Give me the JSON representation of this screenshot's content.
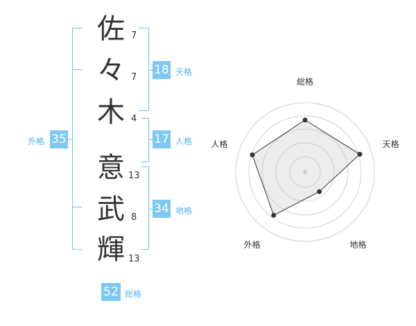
{
  "name_chars": [
    {
      "char": "佐",
      "strokes": "7"
    },
    {
      "char": "々",
      "strokes": "7"
    },
    {
      "char": "木",
      "strokes": "4"
    },
    {
      "char": "意",
      "strokes": "13"
    },
    {
      "char": "武",
      "strokes": "8"
    },
    {
      "char": "輝",
      "strokes": "13"
    }
  ],
  "scores": {
    "tenkaku": {
      "value": "18",
      "label": "天格"
    },
    "jinkaku": {
      "value": "17",
      "label": "人格"
    },
    "chikaku": {
      "value": "34",
      "label": "地格"
    },
    "gaikaku": {
      "value": "35",
      "label": "外格"
    },
    "soukaku": {
      "value": "52",
      "label": "総格"
    }
  },
  "colors": {
    "accent": "#7ec8f4",
    "bracket": "#6ec0f0",
    "label": "#55b4ec"
  },
  "chart_data": {
    "type": "radar",
    "axes": [
      "総格",
      "天格",
      "地格",
      "外格",
      "人格"
    ],
    "values": [
      0.75,
      0.83,
      0.35,
      0.77,
      0.8
    ],
    "ylim": [
      0,
      1
    ],
    "grid": true
  }
}
